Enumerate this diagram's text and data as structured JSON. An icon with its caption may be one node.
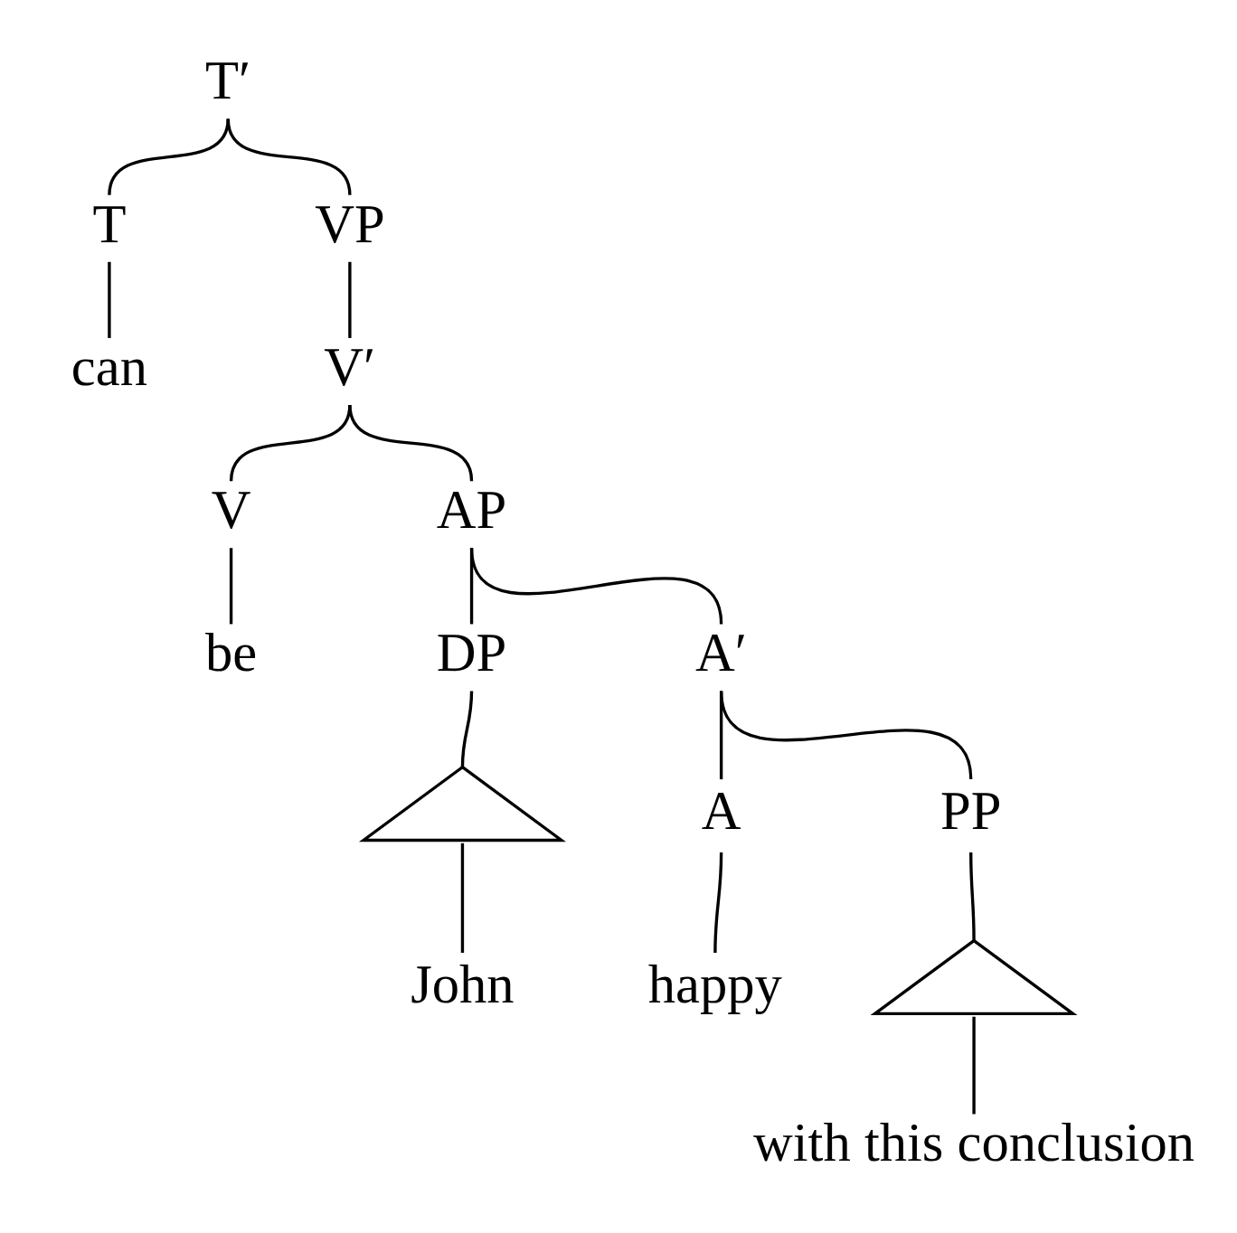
{
  "diagram": {
    "nodes": [
      {
        "text": [
          "T′"
        ]
      },
      {
        "text": [
          "T"
        ]
      },
      {
        "text": [
          "VP"
        ]
      },
      {
        "text": [
          "can"
        ]
      },
      {
        "text": [
          "V′"
        ]
      },
      {
        "text": [
          "V"
        ]
      },
      {
        "text": [
          "AP"
        ]
      },
      {
        "text": [
          "be"
        ]
      },
      {
        "text": [
          "DP"
        ]
      },
      {
        "text": [
          "A′"
        ]
      },
      {
        "text": [],
        "shape": "triangle"
      },
      {
        "text": [
          "John"
        ]
      },
      {
        "text": [
          "A"
        ]
      },
      {
        "text": [
          "PP"
        ]
      },
      {
        "text": [],
        "shape": "triangle"
      },
      {
        "text": [
          "happy"
        ]
      },
      {
        "text": [
          "with this conclusion"
        ]
      }
    ],
    "edges": [
      {
        "from": 0,
        "to": 1,
        "arrow": "none"
      },
      {
        "from": 0,
        "to": 2,
        "arrow": "none"
      },
      {
        "from": 1,
        "to": 3,
        "arrow": "none"
      },
      {
        "from": 2,
        "to": 4,
        "arrow": "none"
      },
      {
        "from": 4,
        "to": 5,
        "arrow": "none"
      },
      {
        "from": 4,
        "to": 6,
        "arrow": "none"
      },
      {
        "from": 5,
        "to": 7,
        "arrow": "none"
      },
      {
        "from": 6,
        "to": 8,
        "arrow": "none"
      },
      {
        "from": 6,
        "to": 9,
        "arrow": "none"
      },
      {
        "from": 8,
        "to": 10,
        "arrow": "none"
      },
      {
        "from": 10,
        "to": 11,
        "arrow": "none"
      },
      {
        "from": 9,
        "to": 12,
        "arrow": "none"
      },
      {
        "from": 9,
        "to": 13,
        "arrow": "none"
      },
      {
        "from": 13,
        "to": 14,
        "arrow": "none"
      },
      {
        "from": 12,
        "to": 15,
        "arrow": "none"
      },
      {
        "from": 14,
        "to": 16,
        "arrow": "none"
      }
    ]
  }
}
